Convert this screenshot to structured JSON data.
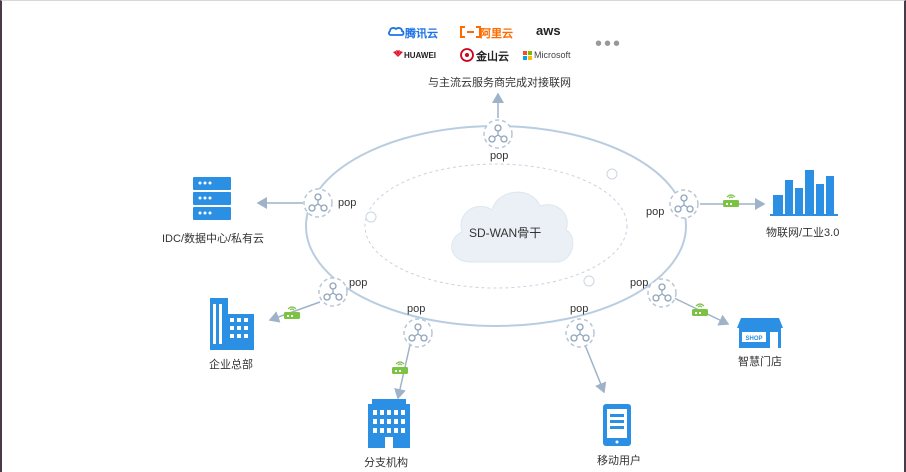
{
  "cloud_providers": {
    "logos": [
      {
        "name": "腾讯云",
        "color": "#1c73e8"
      },
      {
        "name": "阿里云",
        "color": "#ff6a00"
      },
      {
        "name": "aws",
        "color": "#222222"
      },
      {
        "name": "HUAWEI",
        "color": "#222222"
      },
      {
        "name": "金山云",
        "color": "#222222"
      },
      {
        "name": "Microsoft",
        "color": "#444444"
      }
    ],
    "more": "•••",
    "caption": "与主流云服务商完成对接联网"
  },
  "backbone": {
    "label": "SD-WAN骨干"
  },
  "pop_label": "pop",
  "nodes": {
    "idc": "IDC/数据中心/私有云",
    "iot": "物联网/工业3.0",
    "hq": "企业总部",
    "store": "智慧门店",
    "branch": "分支机构",
    "mobile": "移动用户",
    "shop_sign": "SHOP"
  },
  "colors": {
    "ring": "#b9cde0",
    "node_blue": "#2b8fe3",
    "router_green": "#7cc243",
    "arrow": "#9fb3c8",
    "cloud": "#eaf0f6"
  }
}
